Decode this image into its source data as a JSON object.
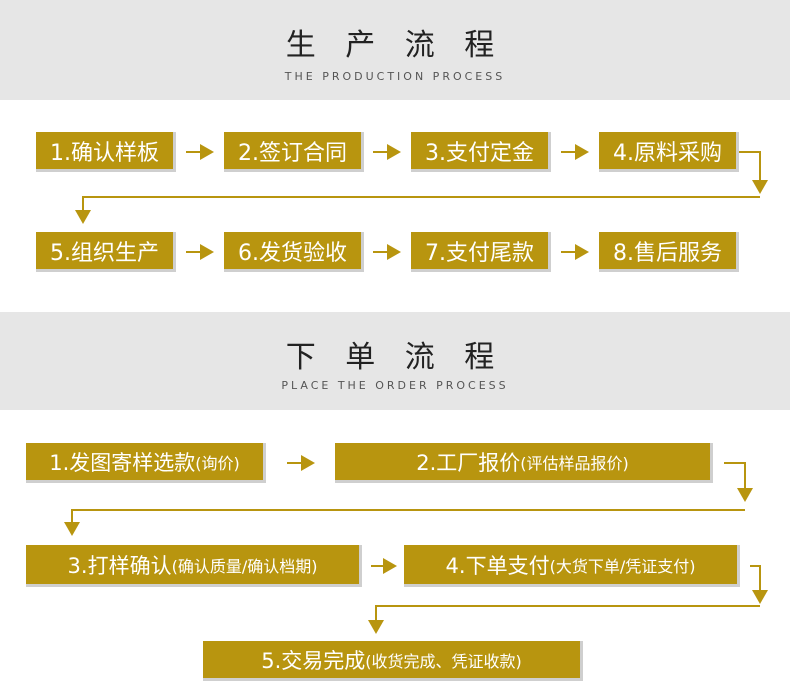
{
  "production": {
    "title": "生 产 流 程",
    "subtitle": "THE PRODUCTION PROCESS",
    "steps": [
      "1.确认样板",
      "2.签订合同",
      "3.支付定金",
      "4.原料采购",
      "5.组织生产",
      "6.发货验收",
      "7.支付尾款",
      "8.售后服务"
    ]
  },
  "order": {
    "title": "下 单 流 程",
    "subtitle": "PLACE THE ORDER PROCESS",
    "steps": [
      {
        "main": "1.发图寄样选款",
        "note": "(询价)"
      },
      {
        "main": "2.工厂报价",
        "note": "(评估样品报价)"
      },
      {
        "main": "3.打样确认",
        "note": "(确认质量/确认档期)"
      },
      {
        "main": "4.下单支付",
        "note": "(大货下单/凭证支付)"
      },
      {
        "main": "5.交易完成",
        "note": "(收货完成、凭证收款)"
      }
    ]
  },
  "colors": {
    "gold": "#b8950f",
    "band": "#e6e6e6",
    "arrow": "#b8950f"
  }
}
